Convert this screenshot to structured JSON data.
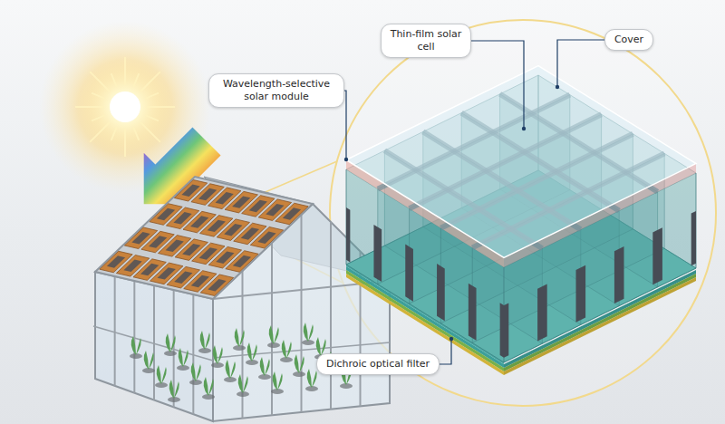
{
  "diagram": {
    "nodes": [
      {
        "text": [
          "Thin-film solar cell"
        ]
      },
      {
        "text": [
          "Cover"
        ]
      },
      {
        "text": [
          "Wavelength-selective solar module"
        ]
      },
      {
        "text": [
          "Dichroic optical filter"
        ]
      }
    ]
  }
}
